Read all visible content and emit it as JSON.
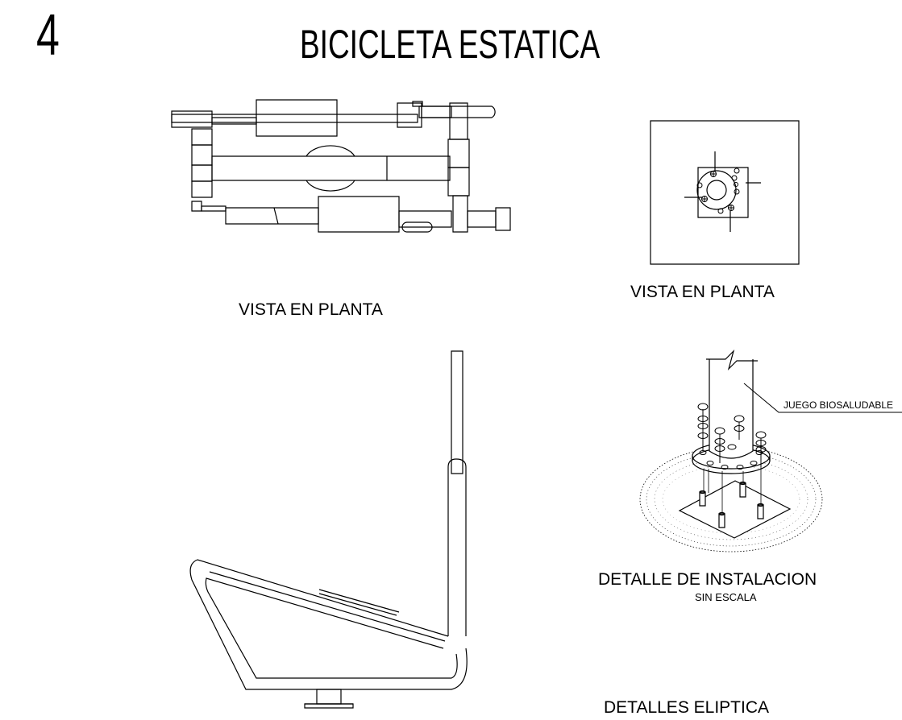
{
  "sheet": {
    "number": "4",
    "title": "BICICLETA ESTATICA"
  },
  "views": {
    "plan_main_caption": "VISTA EN PLANTA",
    "plan_base_caption": "VISTA EN PLANTA",
    "install_caption": "DETALLE DE INSTALACION",
    "install_scale": "SIN ESCALA",
    "install_callout": "JUEGO BIOSALUDABLE",
    "bottom_caption": "DETALLES ELIPTICA"
  },
  "colors": {
    "line": "#000000",
    "background": "#ffffff"
  }
}
